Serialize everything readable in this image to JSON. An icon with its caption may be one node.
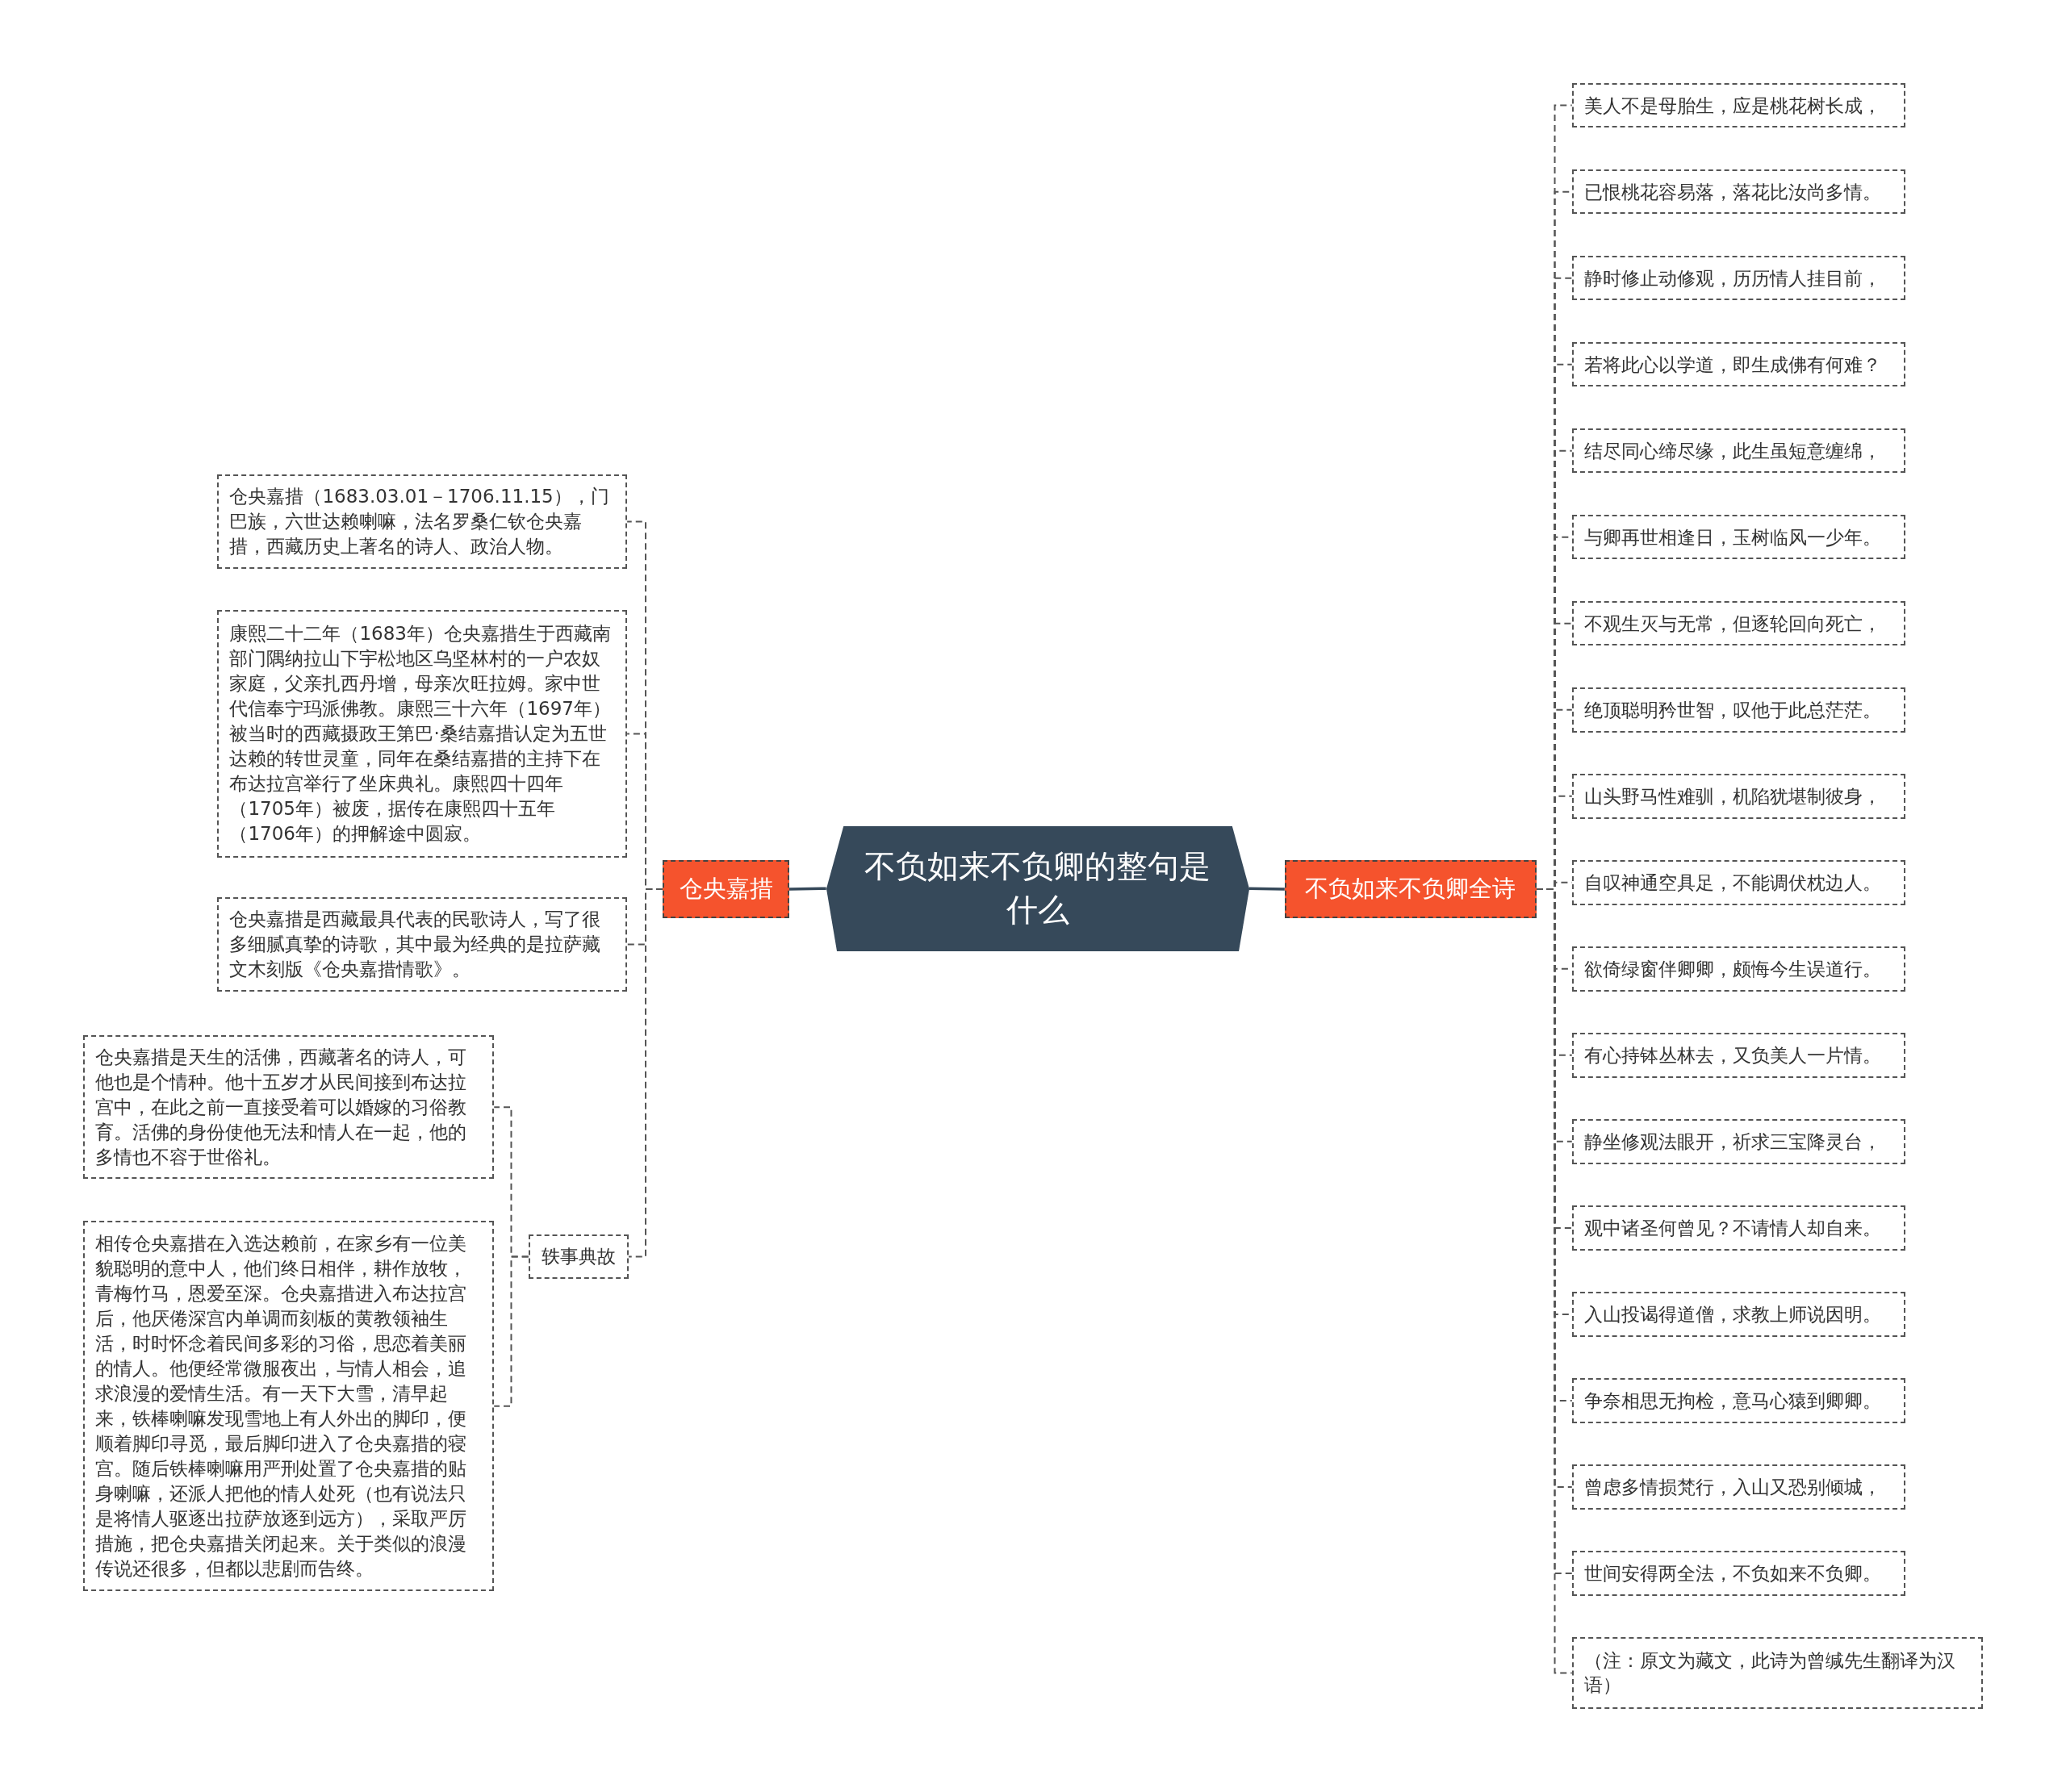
{
  "diagram": {
    "nodes": [
      {
        "text": [
          "不负如来不负卿的整句是什么"
        ]
      },
      {
        "text": [
          "仓央嘉措"
        ]
      },
      {
        "text": [
          "不负如来不负卿全诗"
        ]
      },
      {
        "text": [
          "仓央嘉措（1683.03.01－1706.11.15），门巴族，六世达赖喇嘛，法名罗桑仁钦仓央嘉措，西藏历史上著名的诗人、政治人物。"
        ]
      },
      {
        "text": [
          "康熙二十二年（1683年）仓央嘉措生于西藏南部门隅纳拉山下宇松地区乌坚林村的一户农奴家庭，父亲扎西丹增，母亲次旺拉姆。家中世代信奉宁玛派佛教。康熙三十六年（1697年）被当时的西藏摄政王第巴·桑结嘉措认定为五世达赖的转世灵童，同年在桑结嘉措的主持下在布达拉宫举行了坐床典礼。康熙四十四年（1705年）被废，据传在康熙四十五年（1706年）的押解途中圆寂。"
        ]
      },
      {
        "text": [
          "仓央嘉措是西藏最具代表的民歌诗人，写了很多细腻真挚的诗歌，其中最为经典的是拉萨藏文木刻版《仓央嘉措情歌》。"
        ]
      },
      {
        "text": [
          "轶事典故"
        ]
      },
      {
        "text": [
          "仓央嘉措是天生的活佛，西藏著名的诗人，可他也是个情种。他十五岁才从民间接到布达拉宫中，在此之前一直接受着可以婚嫁的习俗教育。活佛的身份使他无法和情人在一起，他的多情也不容于世俗礼。"
        ]
      },
      {
        "text": [
          "相传仓央嘉措在入选达赖前，在家乡有一位美貌聪明的意中人，他们终日相伴，耕作放牧，青梅竹马，恩爱至深。仓央嘉措进入布达拉宫后，他厌倦深宫内单调而刻板的黄教领袖生活，时时怀念着民间多彩的习俗，思恋着美丽的情人。他便经常微服夜出，与情人相会，追求浪漫的爱情生活。有一天下大雪，清早起来，铁棒喇嘛发现雪地上有人外出的脚印，便顺着脚印寻觅，最后脚印进入了仓央嘉措的寝宫。随后铁棒喇嘛用严刑处置了仓央嘉措的贴身喇嘛，还派人把他的情人处死（也有说法只是将情人驱逐出拉萨放逐到远方），采取严厉措施，把仓央嘉措关闭起来。关于类似的浪漫传说还很多，但都以悲剧而告终。"
        ]
      },
      {
        "text": [
          "美人不是母胎生，应是桃花树长成，"
        ]
      },
      {
        "text": [
          "已恨桃花容易落，落花比汝尚多情。"
        ]
      },
      {
        "text": [
          "静时修止动修观，历历情人挂目前，"
        ]
      },
      {
        "text": [
          "若将此心以学道，即生成佛有何难？"
        ]
      },
      {
        "text": [
          "结尽同心缔尽缘，此生虽短意缠绵，"
        ]
      },
      {
        "text": [
          "与卿再世相逢日，玉树临风一少年。"
        ]
      },
      {
        "text": [
          "不观生灭与无常，但逐轮回向死亡，"
        ]
      },
      {
        "text": [
          "绝顶聪明矜世智，叹他于此总茫茫。"
        ]
      },
      {
        "text": [
          "山头野马性难驯，机陷犹堪制彼身，"
        ]
      },
      {
        "text": [
          "自叹神通空具足，不能调伏枕边人。"
        ]
      },
      {
        "text": [
          "欲倚绿窗伴卿卿，颇悔今生误道行。"
        ]
      },
      {
        "text": [
          "有心持钵丛林去，又负美人一片情。"
        ]
      },
      {
        "text": [
          "静坐修观法眼开，祈求三宝降灵台，"
        ]
      },
      {
        "text": [
          "观中诸圣何曾见？不请情人却自来。"
        ]
      },
      {
        "text": [
          "入山投谒得道僧，求教上师说因明。"
        ]
      },
      {
        "text": [
          "争奈相思无拘检，意马心猿到卿卿。"
        ]
      },
      {
        "text": [
          "曾虑多情损梵行，入山又恐别倾城，"
        ]
      },
      {
        "text": [
          "世间安得两全法，不负如来不负卿。"
        ]
      },
      {
        "text": [
          "（注：原文为藏文，此诗为曾缄先生翻译为汉语）"
        ]
      }
    ],
    "edges": [
      {
        "from": 0,
        "to": 1,
        "arrow": "none"
      },
      {
        "from": 0,
        "to": 2,
        "arrow": "none"
      },
      {
        "from": 1,
        "to": 3,
        "arrow": "none",
        "style": "dashed"
      },
      {
        "from": 1,
        "to": 4,
        "arrow": "none",
        "style": "dashed"
      },
      {
        "from": 1,
        "to": 5,
        "arrow": "none",
        "style": "dashed"
      },
      {
        "from": 1,
        "to": 6,
        "arrow": "none",
        "style": "dashed"
      },
      {
        "from": 6,
        "to": 7,
        "arrow": "none",
        "style": "dashed"
      },
      {
        "from": 6,
        "to": 8,
        "arrow": "none",
        "style": "dashed"
      },
      {
        "from": 2,
        "to": 9,
        "arrow": "none",
        "style": "dashed"
      },
      {
        "from": 2,
        "to": 10,
        "arrow": "none",
        "style": "dashed"
      },
      {
        "from": 2,
        "to": 11,
        "arrow": "none",
        "style": "dashed"
      },
      {
        "from": 2,
        "to": 12,
        "arrow": "none",
        "style": "dashed"
      },
      {
        "from": 2,
        "to": 13,
        "arrow": "none",
        "style": "dashed"
      },
      {
        "from": 2,
        "to": 14,
        "arrow": "none",
        "style": "dashed"
      },
      {
        "from": 2,
        "to": 15,
        "arrow": "none",
        "style": "dashed"
      },
      {
        "from": 2,
        "to": 16,
        "arrow": "none",
        "style": "dashed"
      },
      {
        "from": 2,
        "to": 17,
        "arrow": "none",
        "style": "dashed"
      },
      {
        "from": 2,
        "to": 18,
        "arrow": "none",
        "style": "dashed"
      },
      {
        "from": 2,
        "to": 19,
        "arrow": "none",
        "style": "dashed"
      },
      {
        "from": 2,
        "to": 20,
        "arrow": "none",
        "style": "dashed"
      },
      {
        "from": 2,
        "to": 21,
        "arrow": "none",
        "style": "dashed"
      },
      {
        "from": 2,
        "to": 22,
        "arrow": "none",
        "style": "dashed"
      },
      {
        "from": 2,
        "to": 23,
        "arrow": "none",
        "style": "dashed"
      },
      {
        "from": 2,
        "to": 24,
        "arrow": "none",
        "style": "dashed"
      },
      {
        "from": 2,
        "to": 25,
        "arrow": "none",
        "style": "dashed"
      },
      {
        "from": 2,
        "to": 26,
        "arrow": "none",
        "style": "dashed"
      },
      {
        "from": 2,
        "to": 27,
        "arrow": "none",
        "style": "dashed"
      }
    ]
  }
}
